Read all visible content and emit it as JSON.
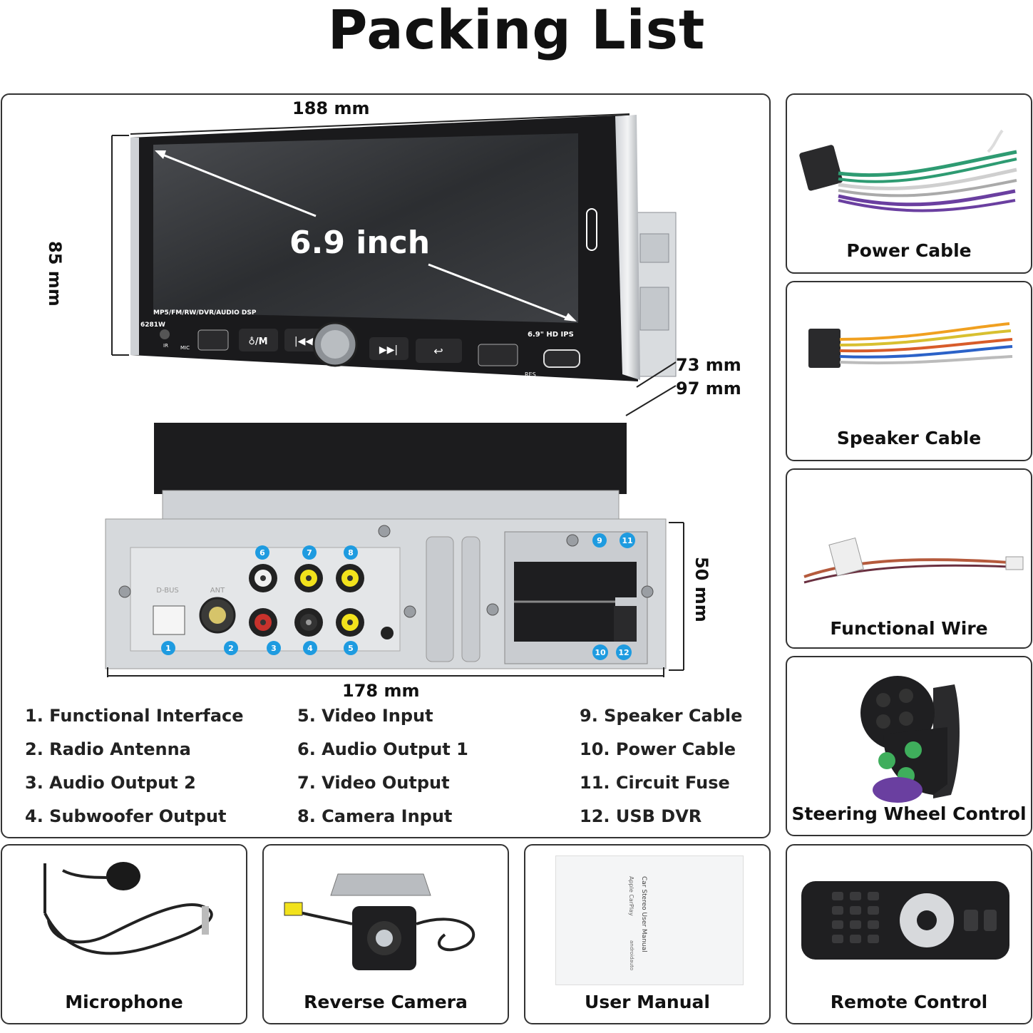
{
  "title": "Packing List",
  "screen_label": "6.9 inch",
  "screen_small": {
    "top_left": "MP5/FM/RW/DVR/AUDIO DSP",
    "model": "6281W",
    "ips": "6.9\" HD IPS",
    "ir": "IR",
    "mic": "MIC",
    "res": "RES"
  },
  "dimensions": {
    "width_top": "188 mm",
    "height_left": "85 mm",
    "depth_1": "73 mm",
    "depth_2": "97 mm",
    "back_height": "50 mm",
    "back_width": "178 mm"
  },
  "legend": [
    "1. Functional Interface",
    "2. Radio Antenna",
    "3. Audio Output 2",
    "4. Subwoofer Output",
    "5. Video Input",
    "6. Audio Output 1",
    "7. Video Output",
    "8. Camera Input",
    "9. Speaker Cable",
    "10. Power Cable",
    "11. Circuit Fuse",
    "12. USB DVR"
  ],
  "items": {
    "power_cable": "Power Cable",
    "speaker_cable": "Speaker Cable",
    "functional_wire": "Functional Wire",
    "steering_wheel": "Steering Wheel Control",
    "microphone": "Microphone",
    "reverse_camera": "Reverse Camera",
    "user_manual": "User Manual",
    "remote_control": "Remote Control"
  },
  "manual_text": {
    "title": "Car Stereo User Manual",
    "carplay": "Apple CarPlay",
    "android": "androidauto"
  },
  "colors": {
    "badge_blue": "#1e9be0",
    "rca_yellow": "#f2e21c",
    "rca_white": "#f0f0f0",
    "rca_red": "#c8322c",
    "wire_green": "#2e9b72",
    "wire_purple": "#6a3fa0"
  }
}
